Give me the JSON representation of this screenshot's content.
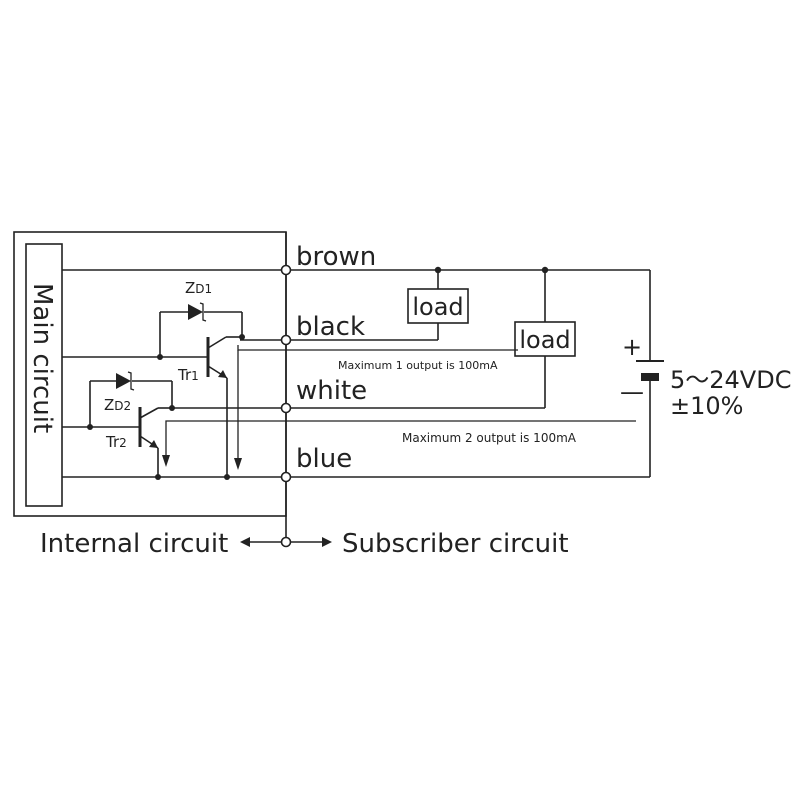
{
  "main_label": "Main circuit",
  "wires": {
    "brown": "brown",
    "black": "black",
    "white": "white",
    "blue": "blue"
  },
  "components": {
    "zd1": {
      "main": "Z",
      "sub": "D1"
    },
    "zd2": {
      "main": "Z",
      "sub": "D2"
    },
    "tr1": {
      "main": "Tr",
      "sub": "1"
    },
    "tr2": {
      "main": "Tr",
      "sub": "2"
    },
    "load1": "load",
    "load2": "load"
  },
  "notes": {
    "max1": "Maximum 1 output is 100mA",
    "max2": "Maximum 2 output is 100mA"
  },
  "supply": {
    "plus": "+",
    "minus": "—",
    "voltage": "5～24VDC",
    "tolerance": "±10%"
  },
  "footer": {
    "internal": "Internal circuit",
    "subscriber": "Subscriber circuit"
  }
}
